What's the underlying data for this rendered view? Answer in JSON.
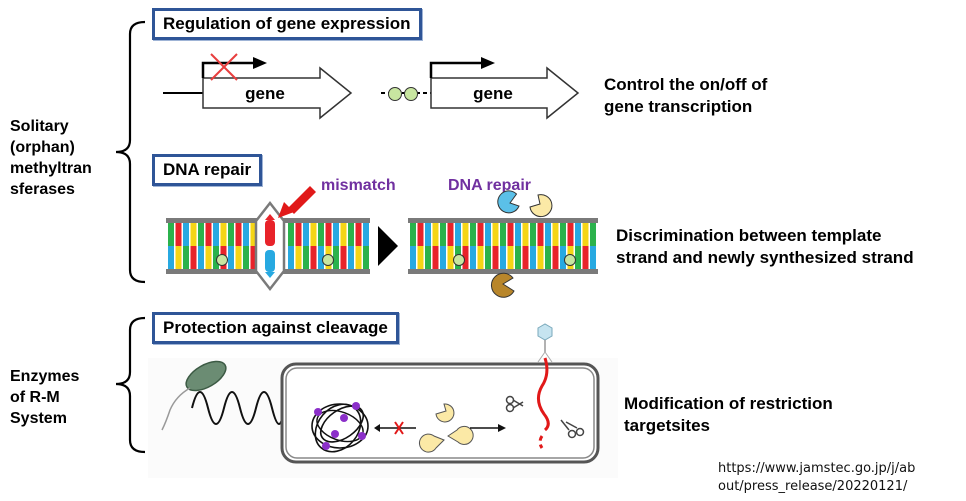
{
  "sections": {
    "regulation": {
      "title": "Regulation of gene expression",
      "gene_label_left": "gene",
      "gene_label_right": "gene",
      "description": [
        "Control the on/off of",
        "gene transcription"
      ]
    },
    "repair": {
      "title": "DNA repair",
      "mismatch_label": "mismatch",
      "repair_label": "DNA repair",
      "description": [
        "Discrimination between template",
        "strand and newly synthesized strand"
      ]
    },
    "protection": {
      "title": "Protection against cleavage",
      "description": [
        "Modification of restriction",
        "targetsites"
      ]
    }
  },
  "groups": {
    "solitary": [
      "Solitary",
      "(orphan)",
      "methyltran",
      "sferases"
    ],
    "rm": [
      "Enzymes",
      "of R-M",
      "System"
    ]
  },
  "source_url": [
    "https://www.jamstec.go.jp/j/ab",
    "out/press_release/20220121/"
  ],
  "colors": {
    "box_border": "#2f5597",
    "purple_text": "#7030a0",
    "mismatch_arrow": "#e11919",
    "dna_red": "#e8232a",
    "dna_green": "#2bb24c",
    "dna_yellow": "#f5d516",
    "dna_blue": "#27a9e1",
    "methyl_dot": "#c8e6a0",
    "enzyme_yellow": "#fbe9a6",
    "enzyme_blue": "#5bc0e8",
    "enzyme_brown": "#b8862b",
    "phage_dna": "#e11919"
  },
  "icons": [
    "close-x-icon",
    "transcription-arrow-icon",
    "methyl-group-icon",
    "pacman-enzyme-icon",
    "scissors-icon",
    "bacterium-icon",
    "phage-icon",
    "play-triangle-icon"
  ]
}
